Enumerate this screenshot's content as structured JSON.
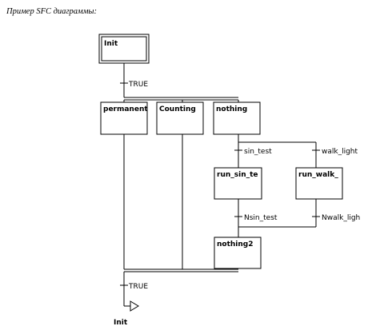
{
  "caption": "Пример SFC диаграммы:",
  "colors": {
    "line": "#000000",
    "flow_line": "#808080",
    "box_fill": "#ffffff",
    "page_bg": "#ffffff"
  },
  "diagram": {
    "steps": {
      "init": "Init",
      "permanent": "permanent",
      "counting": "Counting",
      "nothing": "nothing",
      "run_sin_test": "run_sin_te",
      "run_walk_light": "run_walk_",
      "nothing2": "nothing2"
    },
    "transitions": {
      "t_true_top": "TRUE",
      "t_sin_test": "sin_test",
      "t_walk_light": "walk_light",
      "t_nsin_test": "Nsin_test",
      "t_nwalk_light": "Nwalk_ligh",
      "t_true_bottom": "TRUE"
    },
    "jump_target": "Init"
  }
}
